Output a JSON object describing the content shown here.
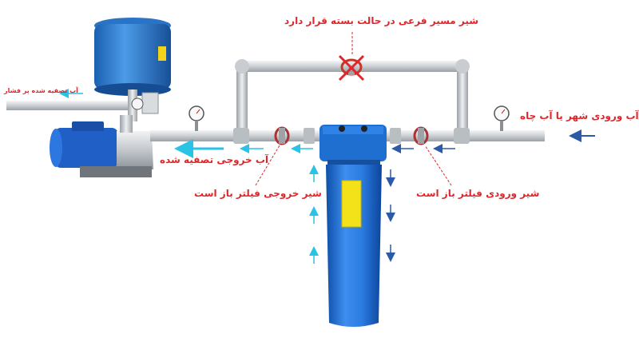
{
  "labels": {
    "bypass_valve": "شیر مسیر فرعی در حالت بسته قرار دارد",
    "inlet": "آب ورودی شهر یا آب چاه",
    "outlet": "آب خروجی تصفیه شده",
    "outlet_filter_valve": "شیر خروجی فیلتر باز است",
    "inlet_filter_valve": "شیر ورودی فیلتر باز است",
    "pressurized": "آب تصفیه شده پر فشار"
  },
  "colors": {
    "label_red": "#e0262b",
    "pipe": "#c8ccd0",
    "tank_blue": "#2f7fd6",
    "filter_blue": "#1f6fd0",
    "arrow_cyan": "#29c3e6",
    "arrow_dark": "#2a5aa8",
    "valve_red": "#c0392b"
  },
  "icons": [
    "pressure-tank-icon",
    "pump-icon",
    "pressure-gauge-icon",
    "valve-icon",
    "filter-housing-icon"
  ]
}
